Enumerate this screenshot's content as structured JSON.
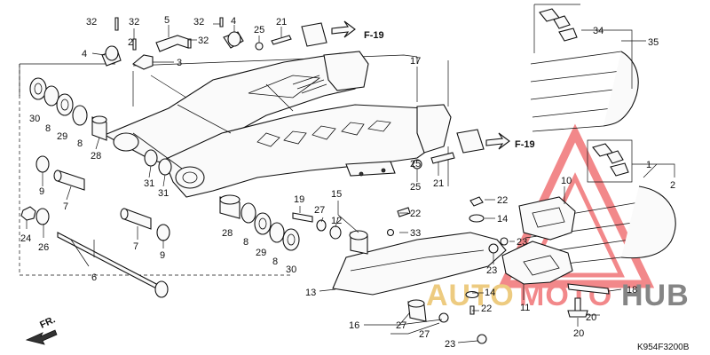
{
  "diagram_code": "K954F3200B",
  "direction_label": "FR.",
  "ref_pages": [
    "F-19",
    "F-19"
  ],
  "callouts": [
    "1",
    "2",
    "3",
    "4",
    "5",
    "6",
    "7",
    "8",
    "9",
    "10",
    "11",
    "12",
    "13",
    "14",
    "15",
    "16",
    "17",
    "18",
    "19",
    "20",
    "21",
    "22",
    "23",
    "24",
    "25",
    "26",
    "27",
    "28",
    "29",
    "30",
    "31",
    "32",
    "33",
    "34",
    "35"
  ],
  "watermark": {
    "text_auto": "AUTO",
    "text_moto": "MOTO",
    "text_hub": "HUB",
    "color_red": "#e8282b",
    "color_gold": "#e0a21a",
    "color_dark": "#222222"
  },
  "colors": {
    "line": "#111111",
    "background": "#ffffff"
  }
}
